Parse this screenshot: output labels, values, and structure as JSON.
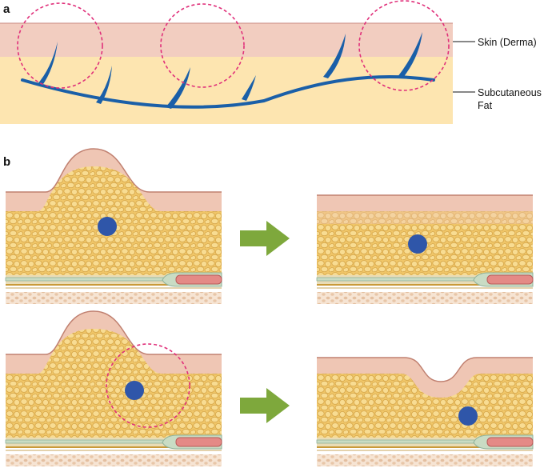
{
  "panel_a": {
    "label": "a",
    "skin_label": "Skin (Derma)",
    "fat_label_line1": "Subcutaneous",
    "fat_label_line2": "Fat"
  },
  "panel_b": {
    "label": "b"
  },
  "colors": {
    "skin": "#f2cdc0",
    "fat": "#fde5b0",
    "vessel": "#1a5fa8",
    "dashed_circle": "#e0307a",
    "arrow": "#7ea83c",
    "nodule": "#2f56a9"
  }
}
